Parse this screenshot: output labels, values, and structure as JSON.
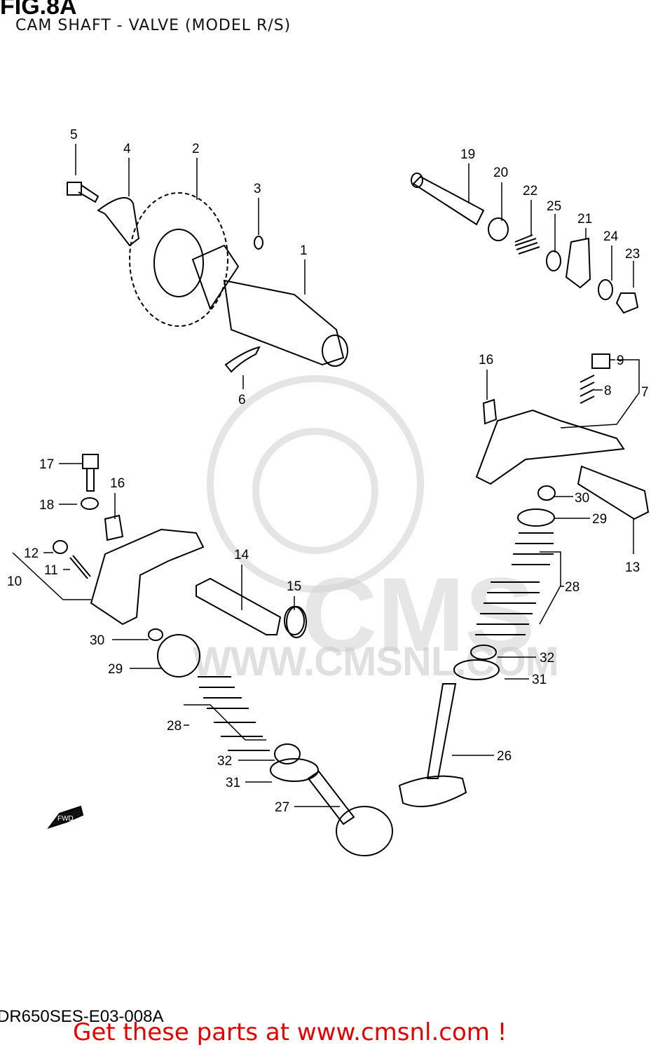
{
  "figure": {
    "title": "FIG.8A",
    "subtitle": "CAM SHAFT - VALVE (MODEL R/S)",
    "drawing_code": "DR650SES-E03-008A"
  },
  "watermark": {
    "brand": "CMS",
    "url": "WWW.CMSNL.COM"
  },
  "direction_arrow_label": "FWD",
  "promo": "Get these parts at www.cmsnl.com !",
  "callouts": [
    {
      "id": "c5",
      "label": "5"
    },
    {
      "id": "c4",
      "label": "4"
    },
    {
      "id": "c2",
      "label": "2"
    },
    {
      "id": "c3",
      "label": "3"
    },
    {
      "id": "c1",
      "label": "1"
    },
    {
      "id": "c6",
      "label": "6"
    },
    {
      "id": "c19",
      "label": "19"
    },
    {
      "id": "c20",
      "label": "20"
    },
    {
      "id": "c22",
      "label": "22"
    },
    {
      "id": "c25",
      "label": "25"
    },
    {
      "id": "c21",
      "label": "21"
    },
    {
      "id": "c24",
      "label": "24"
    },
    {
      "id": "c23",
      "label": "23"
    },
    {
      "id": "c16a",
      "label": "16"
    },
    {
      "id": "c9",
      "label": "9"
    },
    {
      "id": "c8",
      "label": "8"
    },
    {
      "id": "c7",
      "label": "7"
    },
    {
      "id": "c17",
      "label": "17"
    },
    {
      "id": "c16b",
      "label": "16"
    },
    {
      "id": "c18",
      "label": "18"
    },
    {
      "id": "c30a",
      "label": "30"
    },
    {
      "id": "c29a",
      "label": "29"
    },
    {
      "id": "c13",
      "label": "13"
    },
    {
      "id": "c12",
      "label": "12"
    },
    {
      "id": "c11",
      "label": "11"
    },
    {
      "id": "c10",
      "label": "10"
    },
    {
      "id": "c14",
      "label": "14"
    },
    {
      "id": "c15",
      "label": "15"
    },
    {
      "id": "c28a",
      "label": "28"
    },
    {
      "id": "c30b",
      "label": "30"
    },
    {
      "id": "c32a",
      "label": "32"
    },
    {
      "id": "c29b",
      "label": "29"
    },
    {
      "id": "c31a",
      "label": "31"
    },
    {
      "id": "c28b",
      "label": "28"
    },
    {
      "id": "c26",
      "label": "26"
    },
    {
      "id": "c32b",
      "label": "32"
    },
    {
      "id": "c31b",
      "label": "31"
    },
    {
      "id": "c27",
      "label": "27"
    }
  ]
}
